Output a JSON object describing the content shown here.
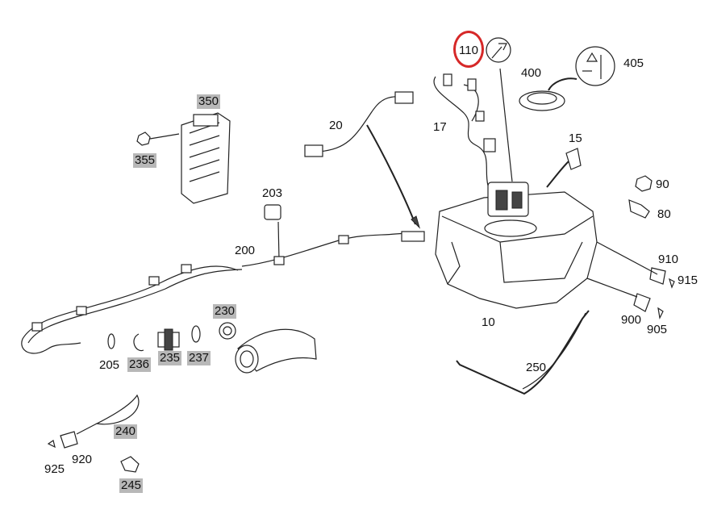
{
  "labels": [
    {
      "id": "110",
      "text": "110",
      "highlighted": false,
      "circled": true
    },
    {
      "id": "400",
      "text": "400",
      "highlighted": false
    },
    {
      "id": "405",
      "text": "405",
      "highlighted": false
    },
    {
      "id": "350",
      "text": "350",
      "highlighted": true
    },
    {
      "id": "355",
      "text": "355",
      "highlighted": true
    },
    {
      "id": "20",
      "text": "20",
      "highlighted": false
    },
    {
      "id": "17",
      "text": "17",
      "highlighted": false
    },
    {
      "id": "15",
      "text": "15",
      "highlighted": false
    },
    {
      "id": "90",
      "text": "90",
      "highlighted": false
    },
    {
      "id": "80",
      "text": "80",
      "highlighted": false
    },
    {
      "id": "203",
      "text": "203",
      "highlighted": false
    },
    {
      "id": "200",
      "text": "200",
      "highlighted": false
    },
    {
      "id": "910",
      "text": "910",
      "highlighted": false
    },
    {
      "id": "915",
      "text": "915",
      "highlighted": false
    },
    {
      "id": "900",
      "text": "900",
      "highlighted": false
    },
    {
      "id": "905",
      "text": "905",
      "highlighted": false
    },
    {
      "id": "10",
      "text": "10",
      "highlighted": false
    },
    {
      "id": "230",
      "text": "230",
      "highlighted": true
    },
    {
      "id": "205",
      "text": "205",
      "highlighted": false
    },
    {
      "id": "236",
      "text": "236",
      "highlighted": true
    },
    {
      "id": "235",
      "text": "235",
      "highlighted": true
    },
    {
      "id": "237",
      "text": "237",
      "highlighted": true
    },
    {
      "id": "250",
      "text": "250",
      "highlighted": false
    },
    {
      "id": "240",
      "text": "240",
      "highlighted": true
    },
    {
      "id": "920",
      "text": "920",
      "highlighted": false
    },
    {
      "id": "925",
      "text": "925",
      "highlighted": false
    },
    {
      "id": "245",
      "text": "245",
      "highlighted": true
    }
  ],
  "colors": {
    "highlight_bg": "#b8b8b8",
    "circle": "#d62828",
    "line": "#222222"
  },
  "icons": [
    "wrench-icon",
    "warning-label-icon"
  ]
}
